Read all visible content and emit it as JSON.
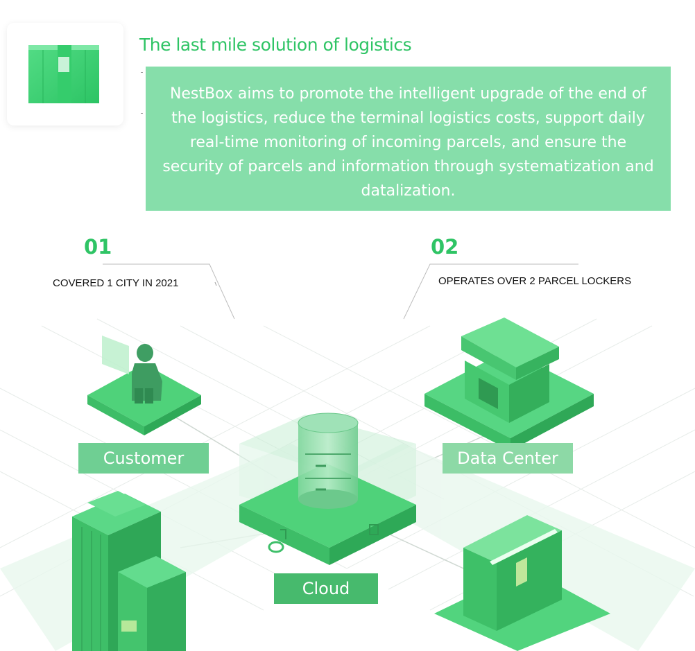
{
  "header": {
    "title": "The last mile solution of logistics",
    "description": "NestBox aims to promote the intelligent upgrade of the end of the logistics, reduce the terminal logistics costs, support daily real-time monitoring of incoming parcels, and ensure the security of parcels and information through systematization and datalization."
  },
  "stats": [
    {
      "number": "01",
      "text": "COVERED 1 CITY IN 2021"
    },
    {
      "number": "02",
      "text": "OPERATES OVER 2 PARCEL LOCKERS"
    }
  ],
  "diagram": {
    "customer_label": "Customer",
    "data_center_label": "Data Center",
    "cloud_label": "Cloud"
  },
  "colors": {
    "brand_green": "#2fc465",
    "box_green": "#86deaa",
    "label_green": "#6fcf93",
    "cloud_label_green": "#47ba6d"
  },
  "icons": {
    "logo": "parcel-locker-icon"
  }
}
